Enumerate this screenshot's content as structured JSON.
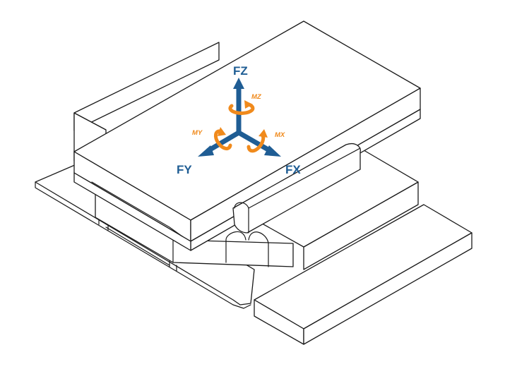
{
  "axes": {
    "fz": {
      "label": "FZ"
    },
    "fy": {
      "label": "FY"
    },
    "fx": {
      "label": "FX"
    },
    "mz": {
      "label": "MZ"
    },
    "my": {
      "label": "MY"
    },
    "mx": {
      "label": "MX"
    }
  },
  "colors": {
    "force": "#1f5d94",
    "moment": "#f08a1c",
    "outline": "#1a1a1a",
    "background": "#ffffff"
  }
}
